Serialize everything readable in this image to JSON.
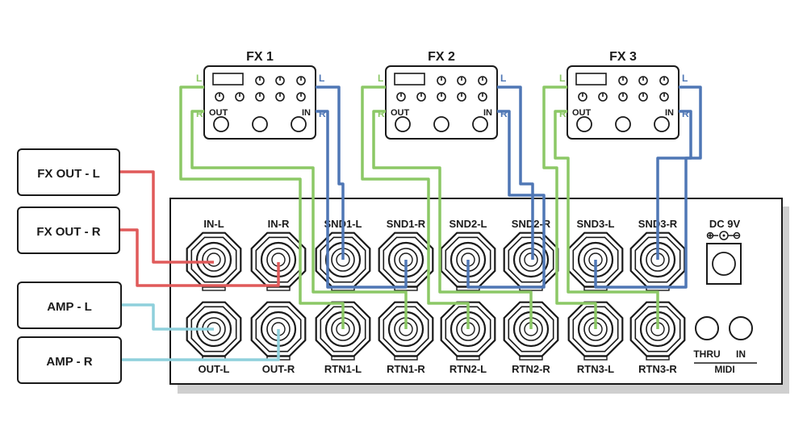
{
  "colors": {
    "line": "#1a1a1a",
    "red": "#e05a5a",
    "cyan": "#8fd0dc",
    "green": "#8cc866",
    "blue": "#4f77b5",
    "shadow": "#cfcfcf"
  },
  "inputs": {
    "fx_out_l": "FX OUT - L",
    "fx_out_r": "FX OUT - R",
    "amp_l": "AMP - L",
    "amp_r": "AMP - R"
  },
  "pedals": [
    {
      "title": "FX 1",
      "left": "L",
      "right": "L",
      "r_left": "R",
      "r_right": "R",
      "out": "OUT",
      "in": "IN"
    },
    {
      "title": "FX 2",
      "left": "L",
      "right": "L",
      "r_left": "R",
      "r_right": "R",
      "out": "OUT",
      "in": "IN"
    },
    {
      "title": "FX 3",
      "left": "L",
      "right": "L",
      "r_left": "R",
      "r_right": "R",
      "out": "OUT",
      "in": "IN"
    }
  ],
  "jacks_top": [
    "IN-L",
    "IN-R",
    "SND1-L",
    "SND1-R",
    "SND2-L",
    "SND2-R",
    "SND3-L",
    "SND3-R"
  ],
  "jacks_bottom": [
    "OUT-L",
    "OUT-R",
    "RTN1-L",
    "RTN1-R",
    "RTN2-L",
    "RTN2-R",
    "RTN3-L",
    "RTN3-R"
  ],
  "dc": {
    "label": "DC 9V"
  },
  "midi": {
    "thru": "THRU",
    "in": "IN",
    "label": "MIDI"
  }
}
